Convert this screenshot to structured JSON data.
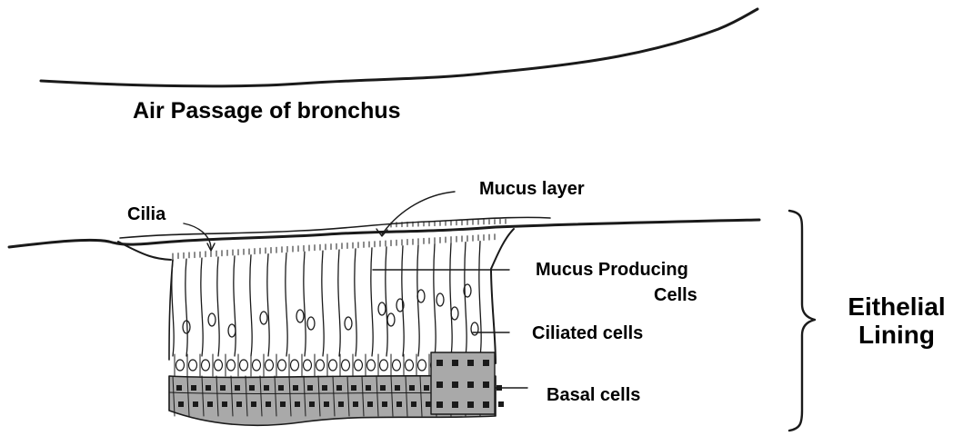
{
  "labels": {
    "air_passage": "Air Passage of bronchus",
    "mucus_layer": "Mucus layer",
    "cilia": "Cilia",
    "mucus_producing_line1": "Mucus Producing",
    "mucus_producing_line2": "Cells",
    "ciliated_cells": "Ciliated cells",
    "basal_cells": "Basal cells",
    "epithelial_line1": "Eithelial",
    "epithelial_line2": "Lining"
  },
  "colors": {
    "ink": "#1a1a1a",
    "basal_fill": "#a9a9a9",
    "background": "#ffffff"
  }
}
